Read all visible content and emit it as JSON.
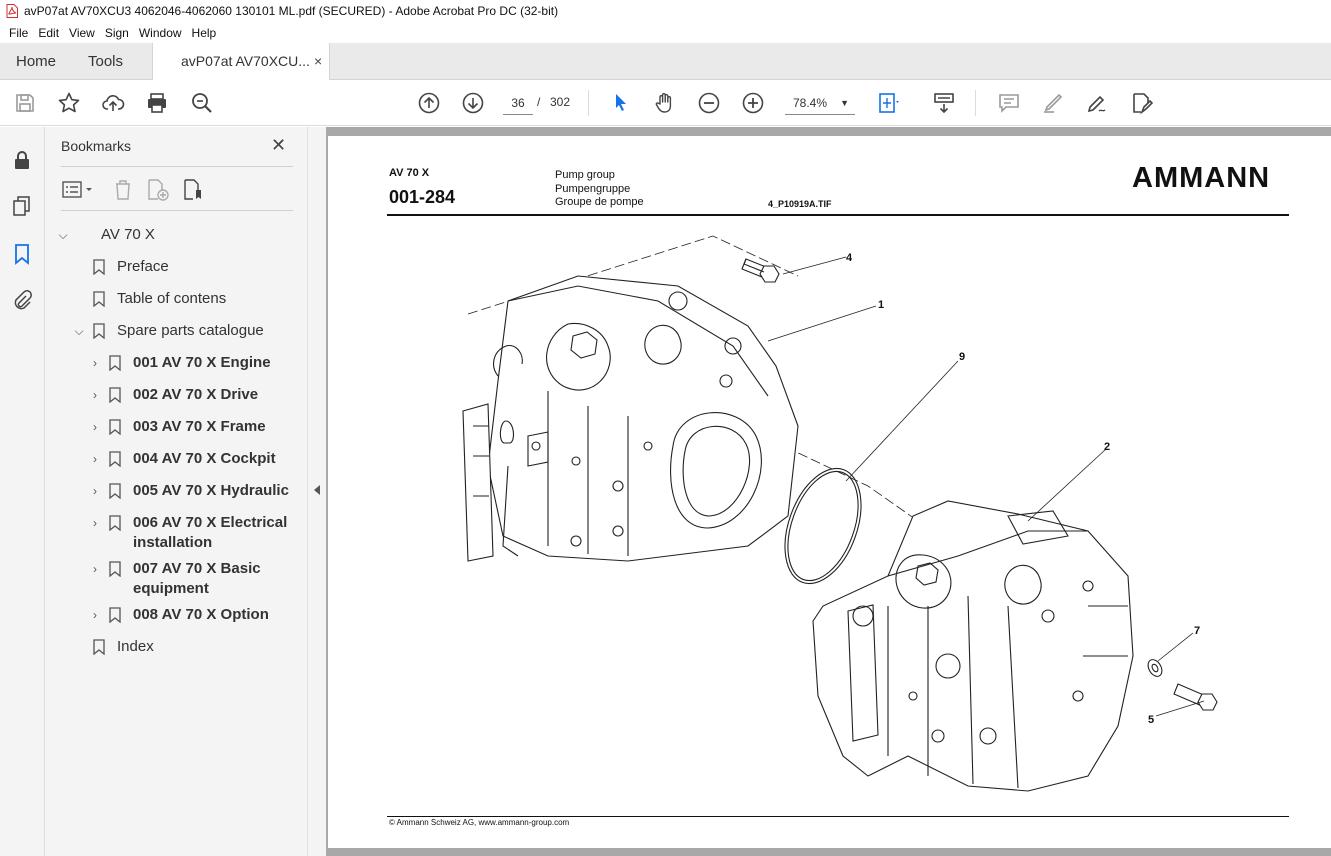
{
  "window": {
    "title": "avP07at AV70XCU3 4062046-4062060 130101 ML.pdf (SECURED) - Adobe Acrobat Pro DC (32-bit)"
  },
  "menu": [
    "File",
    "Edit",
    "View",
    "Sign",
    "Window",
    "Help"
  ],
  "tabs": {
    "home": "Home",
    "tools": "Tools",
    "document": "avP07at AV70XCU...",
    "close": "×"
  },
  "toolbar": {
    "current_page": "36",
    "separator": "/",
    "total_pages": "302",
    "zoom": "78.4%"
  },
  "bookmarks": {
    "title": "Bookmarks",
    "close": "✕",
    "items": [
      {
        "label": "AV 70 X"
      },
      {
        "label": "Preface"
      },
      {
        "label": "Table of contens"
      },
      {
        "label": "Spare parts catalogue"
      },
      {
        "label": "001 AV 70 X Engine"
      },
      {
        "label": "002 AV 70 X Drive"
      },
      {
        "label": "003 AV 70 X Frame"
      },
      {
        "label": "004 AV 70 X Cockpit"
      },
      {
        "label": "005 AV 70 X Hydraulic"
      },
      {
        "label": "006 AV 70 X Electrical",
        "label2": "installation"
      },
      {
        "label": "007 AV 70 X Basic",
        "label2": "equipment"
      },
      {
        "label": "008 AV 70 X Option"
      },
      {
        "label": "Index"
      }
    ]
  },
  "page": {
    "model": "AV 70 X",
    "code": "001-284",
    "title_en": "Pump group",
    "title_de": "Pumpengruppe",
    "title_fr": "Groupe de pompe",
    "file": "4_P10919A.TIF",
    "logo": "AMMANN",
    "footer": "© Ammann Schweiz AG, www.ammann-group.com",
    "callouts": [
      "4",
      "1",
      "9",
      "2",
      "7",
      "5"
    ]
  },
  "colors": {
    "pdf_red": "#d32f2f",
    "accent_blue": "#1473e6",
    "doc_background": "#a8a8a8"
  }
}
